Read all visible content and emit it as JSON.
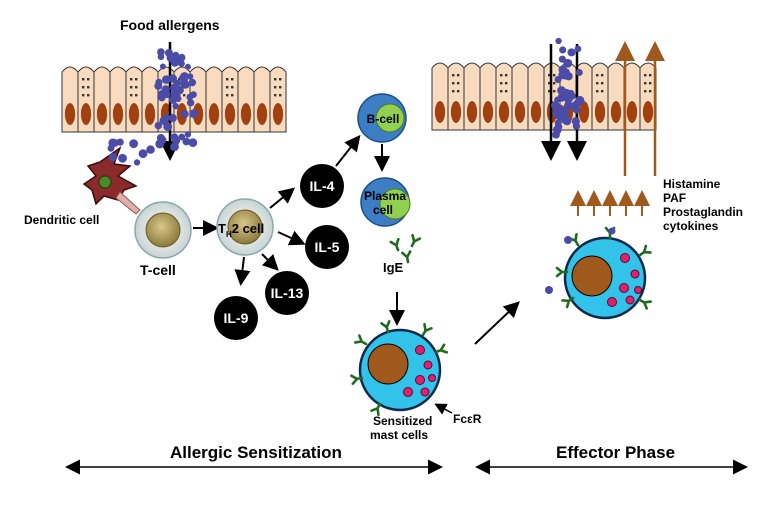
{
  "labels": {
    "food_allergens": "Food allergens",
    "dendritic_cell": "Dendritic cell",
    "t_cell": "T-cell",
    "th2_cell_prefix": "T",
    "th2_cell_sub": "H",
    "th2_cell_suffix": "2 cell",
    "il4": "IL-4",
    "il5": "IL-5",
    "il9": "IL-9",
    "il13": "IL-13",
    "b_cell": "B-cell",
    "plasma_line1": "Plasma",
    "plasma_line2": "cell",
    "ige": "IgE",
    "sensitized_line1": "Sensitized",
    "sensitized_line2": "mast cells",
    "fcer": "FcεR",
    "mediator_1": "Histamine",
    "mediator_2": "PAF",
    "mediator_3": "Prostaglandin",
    "mediator_4": "cytokines",
    "phase_sensitization": "Allergic Sensitization",
    "phase_effector": "Effector Phase"
  },
  "colors": {
    "epithelium": "#f9dcc0",
    "nucleus": "#a0410f",
    "allergen": "#4b4ba8",
    "antibody": "#1f6b1f",
    "mast_cell": "#33c3ea",
    "granule": "#e0206f",
    "b_cell": "#3c7dc4",
    "b_cell_nucleus": "#92d050",
    "dendritic": "#8b2a2a",
    "mediator_arrow": "#a0591d",
    "cytokine_circle": "#000000"
  }
}
